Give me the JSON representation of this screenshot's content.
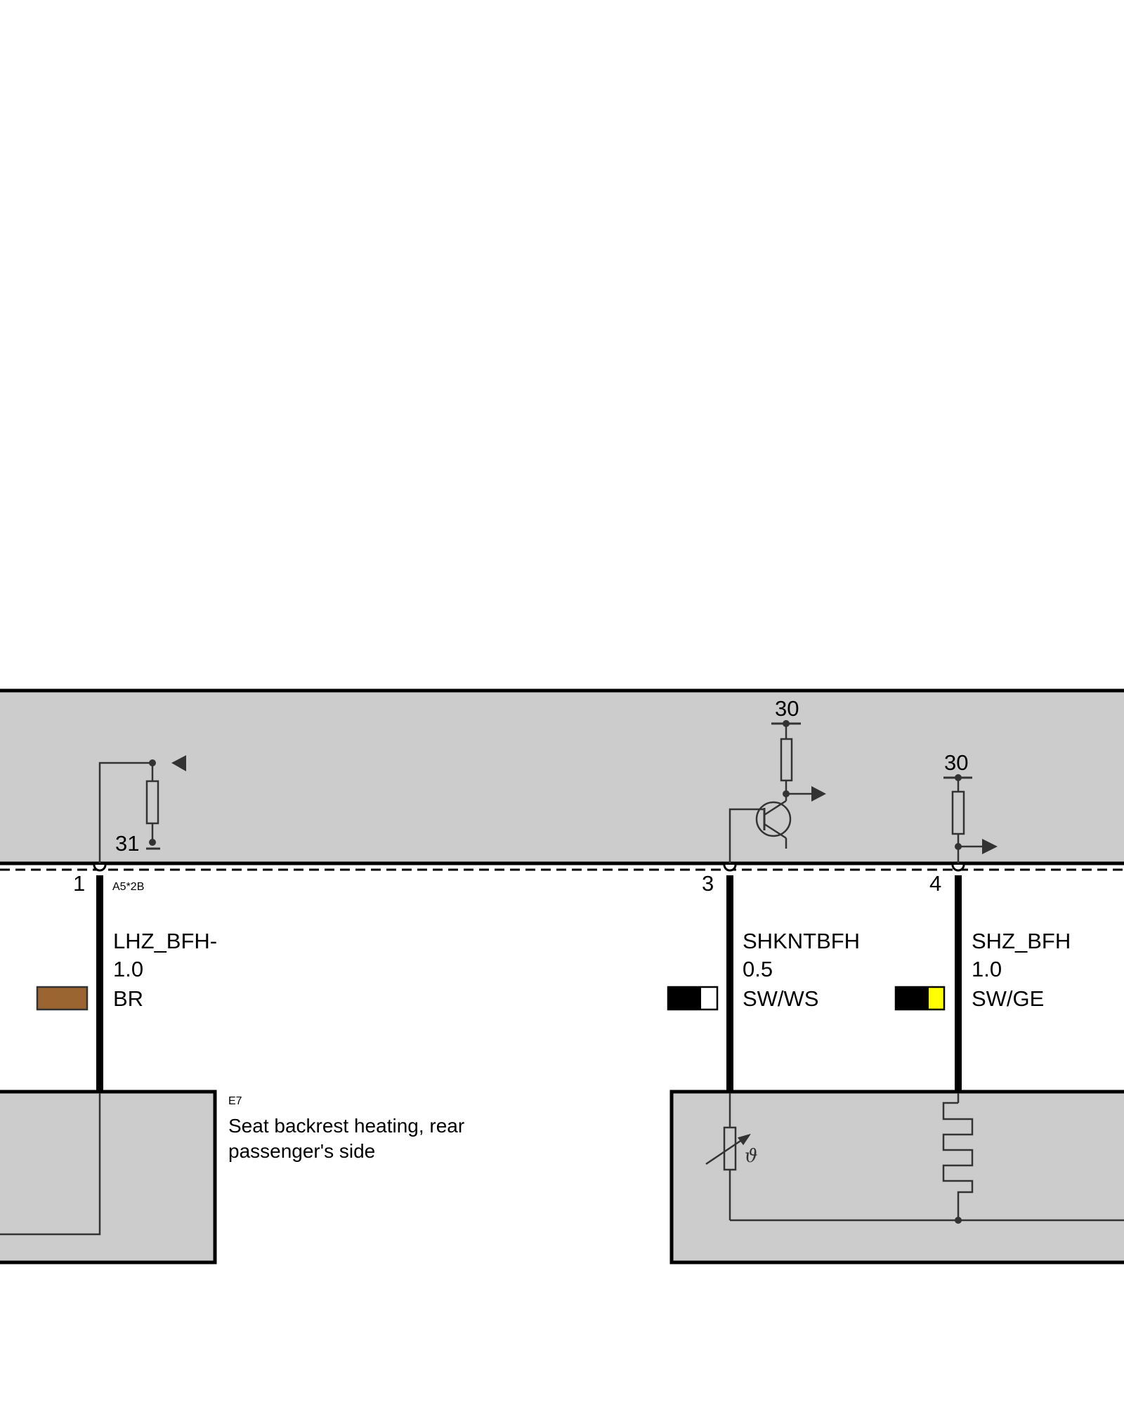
{
  "control_unit": {
    "supply_30_a": "30",
    "supply_30_b": "30",
    "ground_31": "31",
    "connector_id": "A5*2B"
  },
  "wires": [
    {
      "pin": "1",
      "signal": "LHZ_BFH-",
      "gauge": "1.0",
      "color_code": "BR",
      "colors": [
        "#9b6531"
      ]
    },
    {
      "pin": "3",
      "signal": "SHKNTBFH",
      "gauge": "0.5",
      "color_code": "SW/WS",
      "colors": [
        "#000000",
        "#ffffff"
      ]
    },
    {
      "pin": "4",
      "signal": "SHZ_BFH",
      "gauge": "1.0",
      "color_code": "SW/GE",
      "colors": [
        "#000000",
        "#ffff00"
      ]
    }
  ],
  "component": {
    "id": "E7",
    "name_line1": "Seat backrest heating, rear",
    "name_line2": "passenger's side",
    "sensor_symbol": "ϑ"
  },
  "colors": {
    "module_fill": "#cccccc",
    "outline": "#000000",
    "line": "#333333"
  }
}
